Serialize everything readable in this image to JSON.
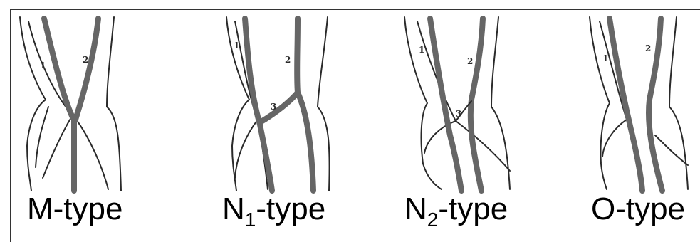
{
  "panels": [
    {
      "id": "m",
      "caption_main": "M-type",
      "caption_pre": "",
      "caption_sub": "",
      "labels": [
        "1",
        "2"
      ]
    },
    {
      "id": "n1",
      "caption_main": "-type",
      "caption_pre": "N",
      "caption_sub": "1",
      "labels": [
        "1",
        "2",
        "3"
      ]
    },
    {
      "id": "n2",
      "caption_main": "-type",
      "caption_pre": "N",
      "caption_sub": "2",
      "labels": [
        "1",
        "2",
        "3"
      ]
    },
    {
      "id": "o",
      "caption_main": "O-type",
      "caption_pre": "",
      "caption_sub": "",
      "labels": [
        "1",
        "2"
      ]
    }
  ]
}
